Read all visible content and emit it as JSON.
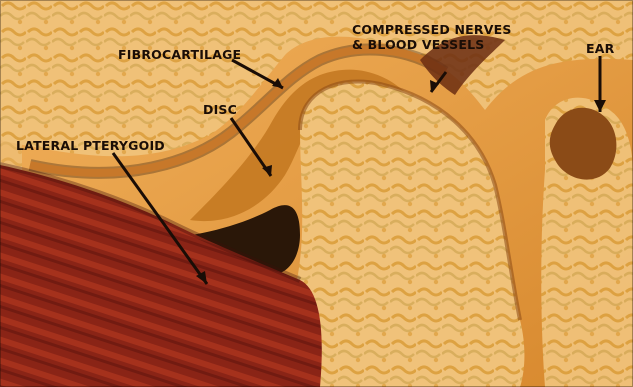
{
  "labels": {
    "compressed": "COMPRESSED NERVES\n& BLOOD VESSELS",
    "fibrocartilage": "FIBROCARTILAGE",
    "ear": "EAR",
    "disc": "DISC",
    "lateral_pterygoid": "LATERAL PTERYGOID"
  },
  "colors": {
    "tissue": "#d88f33",
    "bone_light": "#f1c27a",
    "muscle": "#7a1b12",
    "dark": "#2a1708"
  }
}
